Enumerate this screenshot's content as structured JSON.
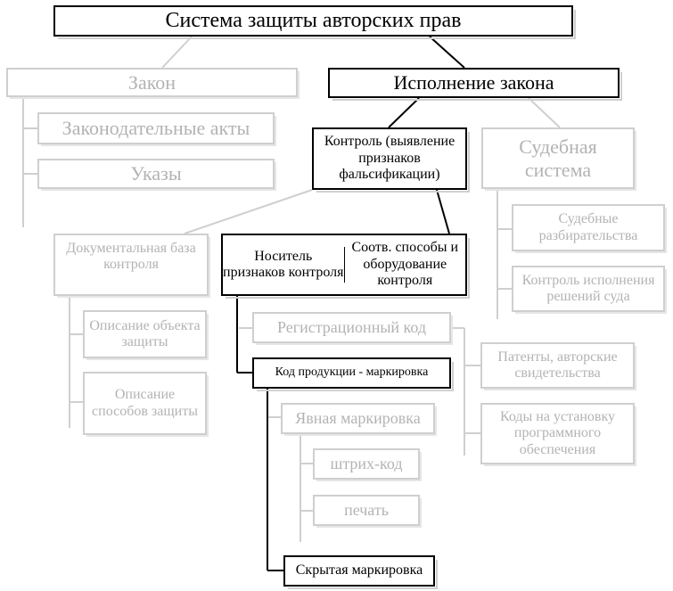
{
  "nodes": {
    "root": "Система защиты авторских прав",
    "law": "Закон",
    "legislative_acts": "Законодательные акты",
    "decrees": "Указы",
    "enforcement": "Исполнение закона",
    "control": "Контроль (выявление признаков фальсификации)",
    "judicial_system": "Судебная система",
    "court_proceedings": "Судебные разбирательства",
    "court_decision_control": "Контроль исполнения решений суда",
    "doc_base": "Документальная база контроля",
    "protected_object_desc": "Описание объекта защиты",
    "protection_methods_desc": "Описание способов защиты",
    "carrier": "Носитель признаков контроля",
    "methods_equipment": "Соотв. способы и оборудование контроля",
    "registration_code": "Регистрационный код",
    "product_code": "Код продукции - маркировка",
    "patents": "Патенты, авторские свидетельства",
    "software_codes": "Коды на установку программного обеспечения",
    "explicit_marking": "Явная маркировка",
    "barcode": "штрих-код",
    "stamp": "печать",
    "hidden_marking": "Скрытая маркировка"
  }
}
